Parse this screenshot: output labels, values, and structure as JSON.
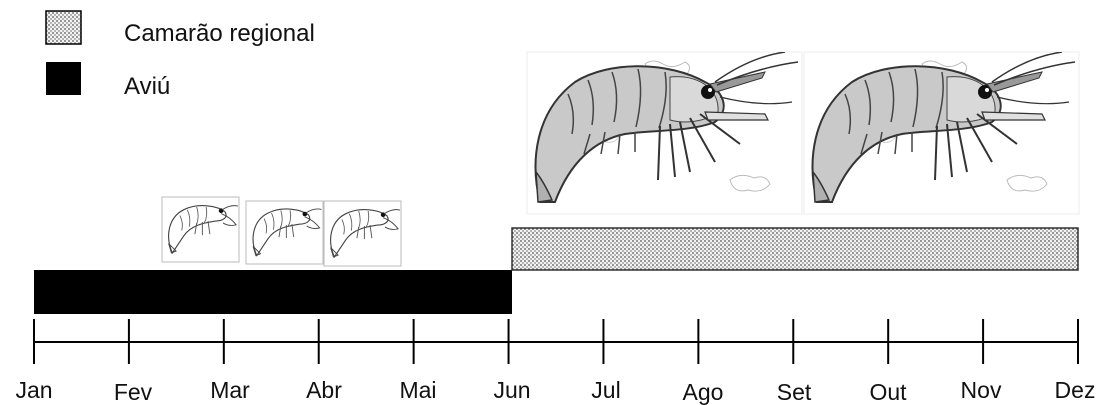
{
  "legend": {
    "camarao_regional": "Camarão regional",
    "aviu": "Aviú"
  },
  "months": [
    "Jan",
    "Fev",
    "Mar",
    "Abr",
    "Mai",
    "Jun",
    "Jul",
    "Ago",
    "Set",
    "Out",
    "Nov",
    "Dez"
  ],
  "bars": {
    "aviu": {
      "start": "Jan",
      "end": "Jun",
      "fill": "#000000"
    },
    "camarao_regional": {
      "start": "Jun",
      "end": "Dez",
      "fill": "dotted-gray"
    }
  },
  "illustrations": {
    "small_shrimp_count": 3,
    "large_shrimp_count": 2
  }
}
